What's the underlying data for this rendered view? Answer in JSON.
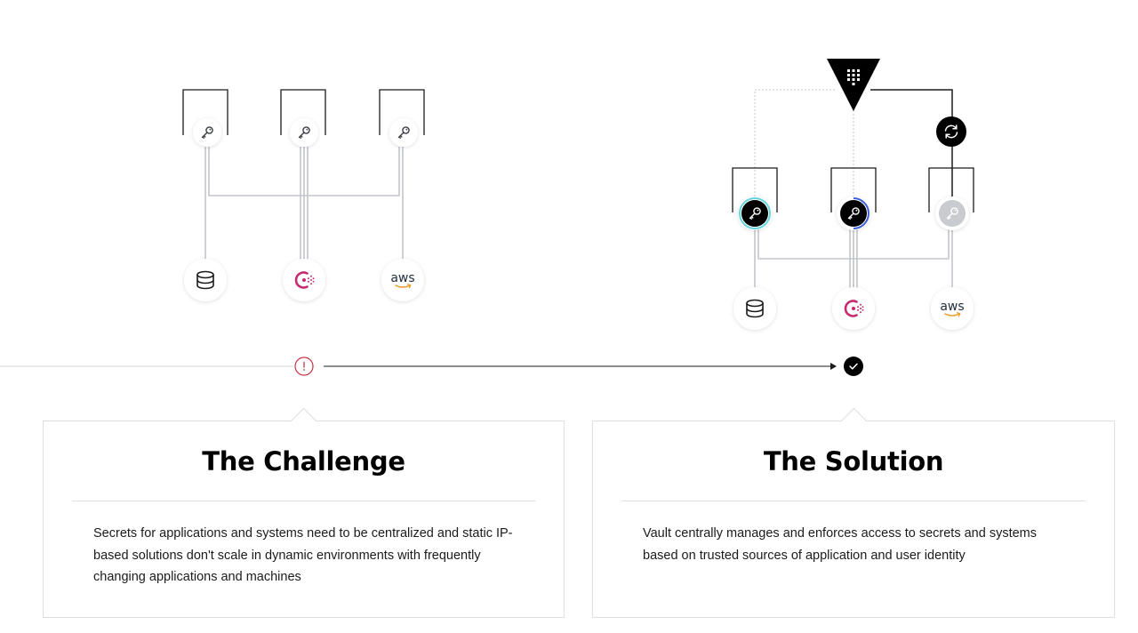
{
  "challenge": {
    "title": "The Challenge",
    "body": "Secrets for applications and systems need to be centralized and static IP-based solutions don't scale in dynamic environments with frequently changing applications and machines"
  },
  "solution": {
    "title": "The Solution",
    "body": "Vault centrally manages and enforces access to secrets and systems based on trusted sources of application and user identity"
  },
  "icons": {
    "database": "database-icon",
    "consul": "consul-icon",
    "aws": "aws-logo",
    "key": "key-icon",
    "vault": "vault-logo",
    "rotate": "rotate-icon",
    "warning": "warning-icon",
    "check": "check-icon"
  },
  "logo_text": {
    "aws": "aws"
  },
  "colors": {
    "line": "#c2c5cb",
    "warning": "#c73445",
    "consul": "#c62a71",
    "aws_smile": "#ec9a29",
    "key_ring_teal": "#62d4dc",
    "key_ring_blue": "#3b5bdb",
    "key_inactive": "#c9cbd0"
  }
}
